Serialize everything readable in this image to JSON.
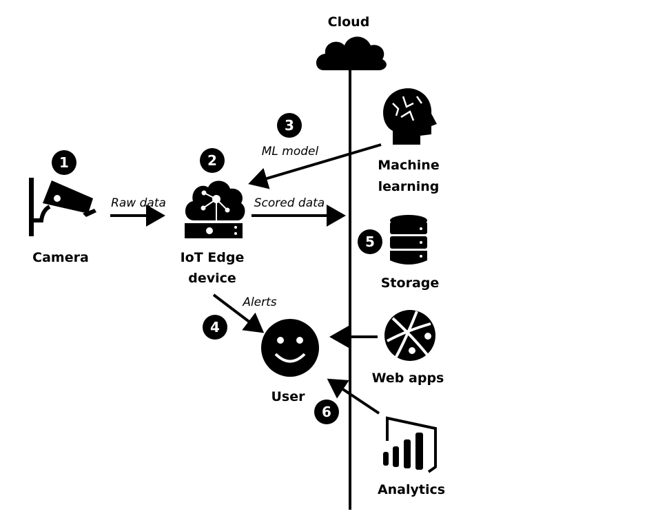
{
  "nodes": {
    "cloud": {
      "label": "Cloud",
      "icon": "cloud-icon"
    },
    "camera": {
      "label": "Camera",
      "step": "1",
      "icon": "security-camera-icon"
    },
    "iot_edge": {
      "label_line1": "IoT Edge",
      "label_line2": "device",
      "step": "2",
      "icon": "iot-edge-icon"
    },
    "machine_learning": {
      "label_line1": "Machine",
      "label_line2": "learning",
      "icon": "brain-head-icon"
    },
    "storage": {
      "label": "Storage",
      "step": "5",
      "icon": "database-icon"
    },
    "user": {
      "label": "User",
      "icon": "smiley-icon"
    },
    "web_apps": {
      "label": "Web apps",
      "icon": "globe-icon"
    },
    "analytics": {
      "label": "Analytics",
      "icon": "power-bi-icon"
    }
  },
  "edges": {
    "raw_data": "Raw data",
    "scored_data": "Scored data",
    "ml_model": "ML model",
    "alerts": "Alerts"
  },
  "steps": {
    "ml_model": "3",
    "alerts": "4",
    "analytics": "6"
  }
}
